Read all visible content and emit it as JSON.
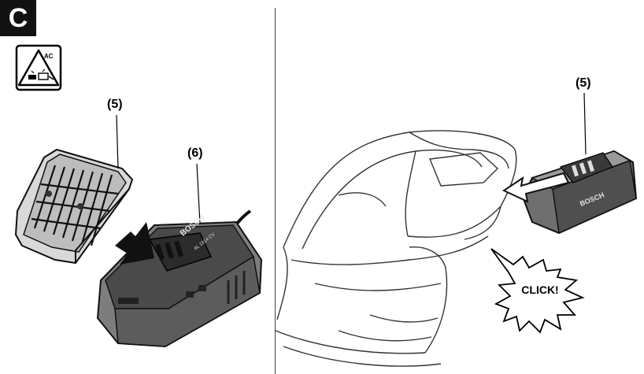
{
  "figure": {
    "label": "C"
  },
  "symbol": {
    "text": "AC",
    "icon": "ac-charger-warning-icon"
  },
  "callouts": {
    "battery_left": "(5)",
    "charger": "(6)",
    "battery_right": "(5)"
  },
  "charger": {
    "brand": "BOSCH",
    "model": "AL 1814 CV"
  },
  "battery": {
    "brand": "BOSCH"
  },
  "click": {
    "text": "CLICK!"
  }
}
